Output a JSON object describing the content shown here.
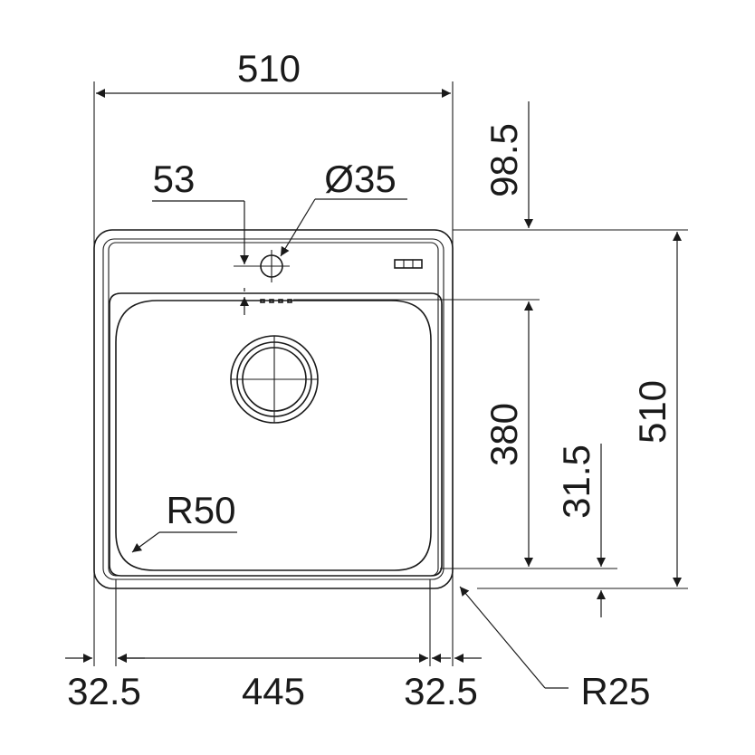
{
  "dimensions": {
    "top_width": "510",
    "tap_offset": "53",
    "tap_diameter": "Ø35",
    "top_offset": "98.5",
    "bowl_length": "380",
    "bottom_offset": "31.5",
    "total_length": "510",
    "bowl_radius": "R50",
    "left_margin": "32.5",
    "bowl_width": "445",
    "right_margin": "32.5",
    "corner_radius": "R25"
  },
  "colors": {
    "line": "#1a1a1a",
    "background": "#ffffff"
  }
}
